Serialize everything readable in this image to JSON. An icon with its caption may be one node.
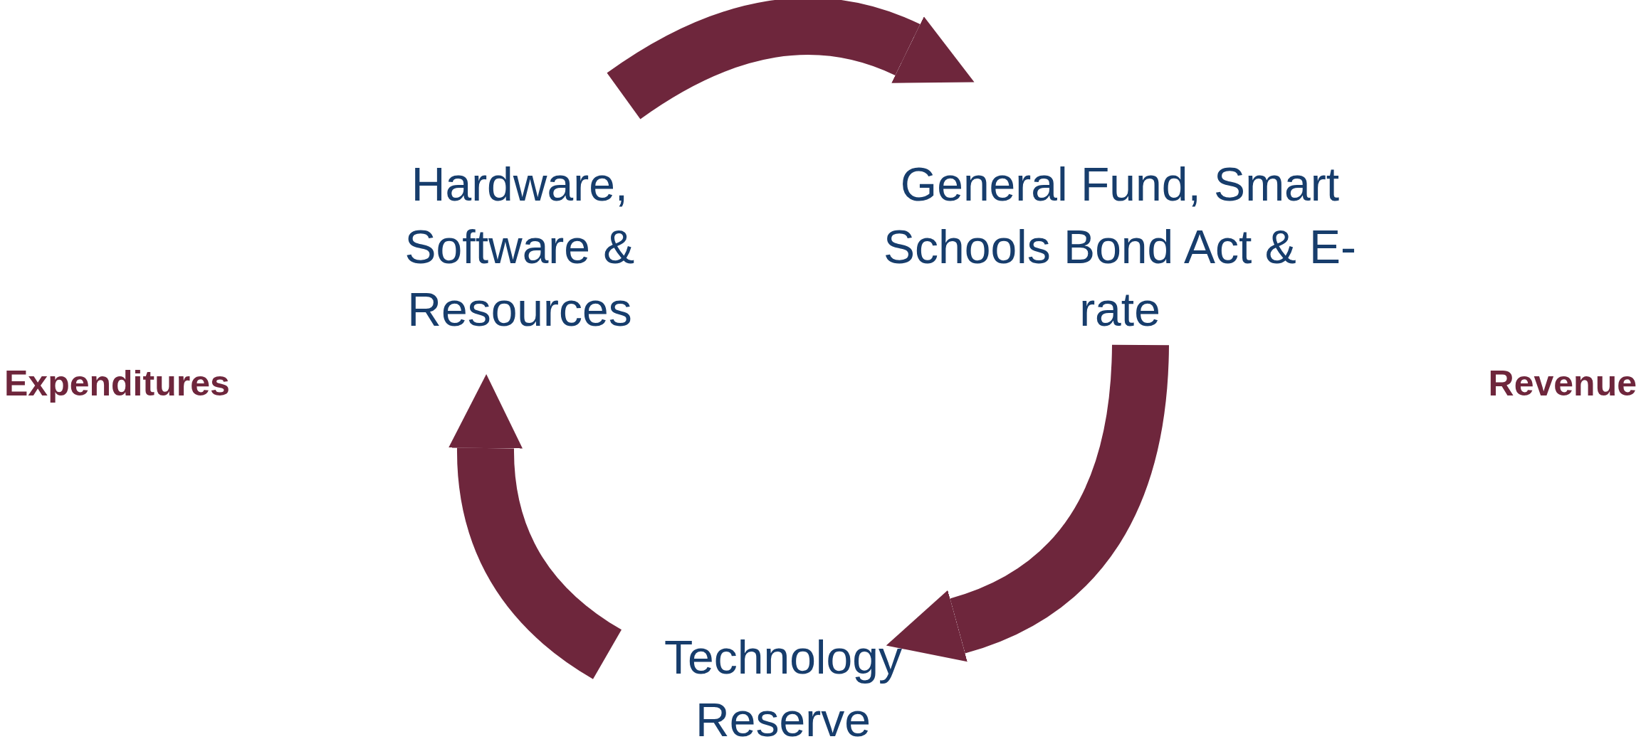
{
  "diagram": {
    "nodes": [
      {
        "text": [
          "Hardware, Software & Resources"
        ]
      },
      {
        "text": [
          "General Fund, Smart Schools Bond Act & E-rate"
        ]
      },
      {
        "text": [
          "Technology Reserve"
        ]
      }
    ],
    "edges": [
      {
        "from": 0,
        "to": 1,
        "arrow": "to"
      },
      {
        "from": 1,
        "to": 2,
        "arrow": "to"
      },
      {
        "from": 2,
        "to": 0,
        "arrow": "to"
      }
    ],
    "labels": [
      "Expenditures",
      "Revenue"
    ]
  }
}
